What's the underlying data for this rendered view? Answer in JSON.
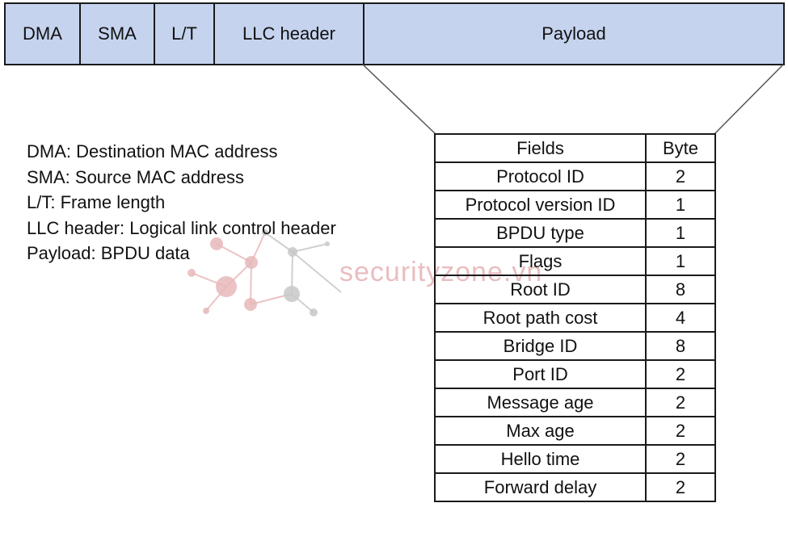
{
  "frame": {
    "segments": [
      {
        "label": "DMA"
      },
      {
        "label": "SMA"
      },
      {
        "label": "L/T"
      },
      {
        "label": "LLC header"
      },
      {
        "label": "Payload"
      }
    ]
  },
  "legend": [
    "DMA: Destination MAC address",
    "SMA: Source MAC address",
    "L/T: Frame length",
    "LLC header: Logical link control header",
    "Payload: BPDU data"
  ],
  "watermark": {
    "text": "securityzone.vn",
    "logo_icon": "network-nodes-icon",
    "color": "#e3a8ab"
  },
  "bpdu_table": {
    "headers": [
      "Fields",
      "Byte"
    ],
    "rows": [
      {
        "field": "Protocol ID",
        "bytes": "2"
      },
      {
        "field": "Protocol version ID",
        "bytes": "1"
      },
      {
        "field": "BPDU type",
        "bytes": "1"
      },
      {
        "field": "Flags",
        "bytes": "1"
      },
      {
        "field": "Root ID",
        "bytes": "8"
      },
      {
        "field": "Root path cost",
        "bytes": "4"
      },
      {
        "field": "Bridge ID",
        "bytes": "8"
      },
      {
        "field": "Port ID",
        "bytes": "2"
      },
      {
        "field": "Message age",
        "bytes": "2"
      },
      {
        "field": "Max age",
        "bytes": "2"
      },
      {
        "field": "Hello time",
        "bytes": "2"
      },
      {
        "field": "Forward delay",
        "bytes": "2"
      }
    ]
  },
  "colors": {
    "segment_fill": "#c5d3ee",
    "border": "#1a1a1a"
  }
}
